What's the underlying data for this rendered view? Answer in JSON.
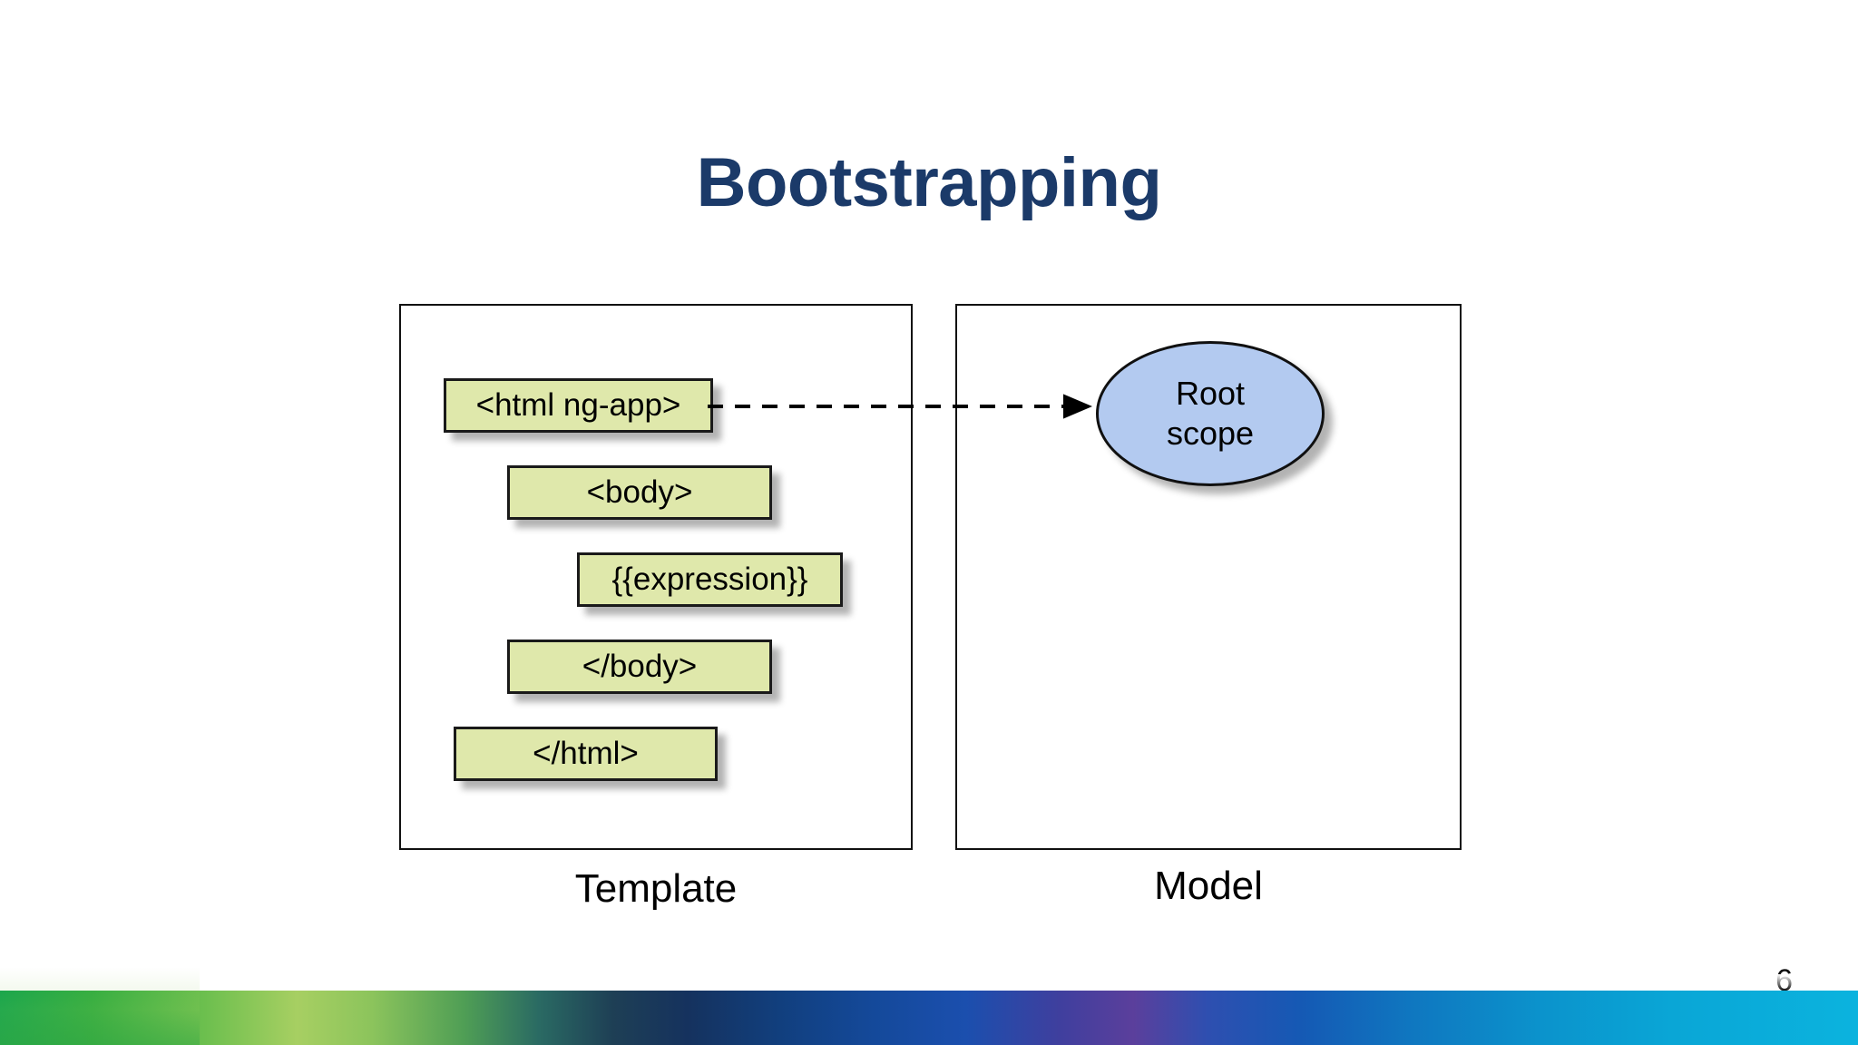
{
  "slide": {
    "title": "Bootstrapping",
    "page_number": "6",
    "title_color": "#1b3a69",
    "background_color": "#ffffff"
  },
  "diagram": {
    "type": "two-panel-mapping",
    "panels": [
      {
        "id": "template",
        "caption": "Template",
        "border_color": "#111111"
      },
      {
        "id": "model",
        "caption": "Model",
        "border_color": "#111111"
      }
    ],
    "code_boxes": [
      {
        "label": "<html ng-app>",
        "fill": "#dfe8ab",
        "indent_level": 0
      },
      {
        "label": "<body>",
        "fill": "#dfe8ab",
        "indent_level": 1
      },
      {
        "label": "{{expression}}",
        "fill": "#dfe8ab",
        "indent_level": 2
      },
      {
        "label": "</body>",
        "fill": "#dfe8ab",
        "indent_level": 1
      },
      {
        "label": "</html>",
        "fill": "#dfe8ab",
        "indent_level": 0
      }
    ],
    "scope_node": {
      "line1": "Root",
      "line2": "scope",
      "fill": "#b3caf0",
      "shape": "ellipse"
    },
    "connector": {
      "from": "<html ng-app>",
      "to": "Root scope",
      "style": "dashed",
      "arrowhead": "filled-triangle",
      "color": "#000000"
    }
  },
  "decoration": {
    "bottom_bar_colors": [
      "#0fa24a",
      "#a7cf62",
      "#15325e",
      "#1b4fae",
      "#5b3f9c",
      "#0f77c0",
      "#0bb3de"
    ]
  }
}
